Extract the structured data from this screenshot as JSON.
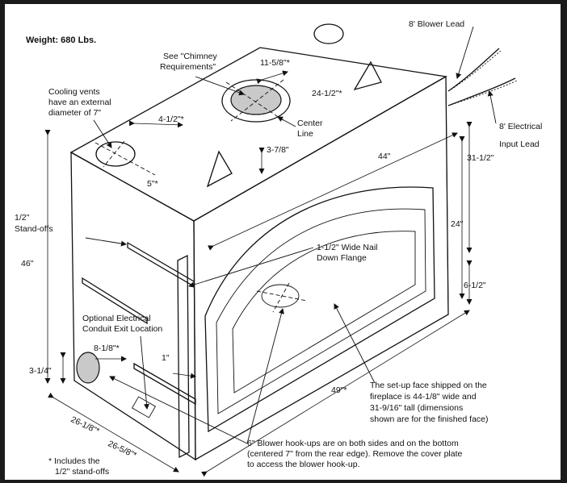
{
  "labels": {
    "weight": "Weight: 680 Lbs.",
    "chimney_note_1": "See \"Chimney",
    "chimney_note_2": "Requirements\"",
    "dim_11_5_8": "11-5/8\"*",
    "cooling_1": "Cooling vents",
    "cooling_2": "have an external",
    "cooling_3": "diameter of 7\"",
    "dim_4_1_2": "4-1/2\"*",
    "dim_24_1_2": "24-1/2\"*",
    "center_line_1": "Center",
    "center_line_2": "Line",
    "dim_3_7_8": "3-7/8\"",
    "dim_5": "5\"*",
    "blower_lead": "8' Blower Lead",
    "electrical_lead_1": "8' Electrical",
    "electrical_lead_2": "Input Lead",
    "dim_44": "44\"",
    "dim_31_1_2": "31-1/2\"",
    "dim_24": "24\"",
    "dim_6_1_2": "6-1/2\"",
    "standoffs_1": "1/2\"",
    "standoffs_2": "Stand-offs",
    "dim_46": "46\"",
    "nail_flange_1": "1-1/2\" Wide Nail",
    "nail_flange_2": "Down Flange",
    "conduit_1": "Optional Electrical",
    "conduit_2": "Conduit Exit Location",
    "dim_8_1_8": "8-1/8\"*",
    "dim_3_1_4": "3-1/4\"",
    "dim_1": "1\"",
    "dim_49": "49\"*",
    "setup_face_1": "The set-up face shipped on the",
    "setup_face_2": "fireplace is 44-1/8\" wide and",
    "setup_face_3": "31-9/16\" tall (dimensions",
    "setup_face_4": "shown are for the finished face)",
    "dim_26_1_8": "26-1/8\"*",
    "dim_26_5_8": "26-5/8\"*",
    "footnote_1": "* Includes the",
    "footnote_2": "1/2\" stand-offs",
    "blower_hookup_1": "6\" Blower hook-ups are on both sides and on the bottom",
    "blower_hookup_2": "(centered 7\" from the rear edge).  Remove the cover plate",
    "blower_hookup_3": "to access the blower hook-up."
  }
}
